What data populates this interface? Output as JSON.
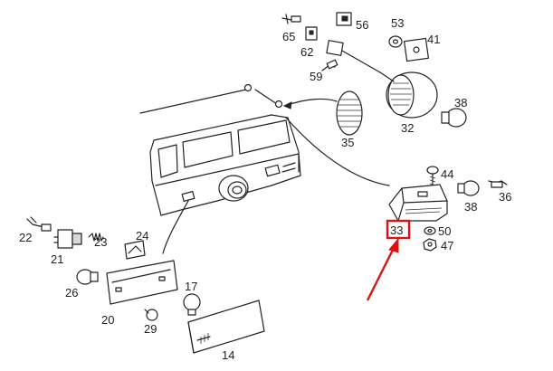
{
  "labels": {
    "p14": "14",
    "p17": "17",
    "p20": "20",
    "p21": "21",
    "p22": "22",
    "p23": "23",
    "p24": "24",
    "p26": "26",
    "p29": "29",
    "p32": "32",
    "p33": "33",
    "p35": "35",
    "p36": "36",
    "p38a": "38",
    "p38b": "38",
    "p41": "41",
    "p44": "44",
    "p47": "47",
    "p50": "50",
    "p53": "53",
    "p56": "56",
    "p59": "59",
    "p62": "62",
    "p65": "65"
  },
  "colors": {
    "line": "#222222",
    "highlight_box": "#e01010",
    "arrow": "#e01010"
  },
  "highlighted_part": "33"
}
